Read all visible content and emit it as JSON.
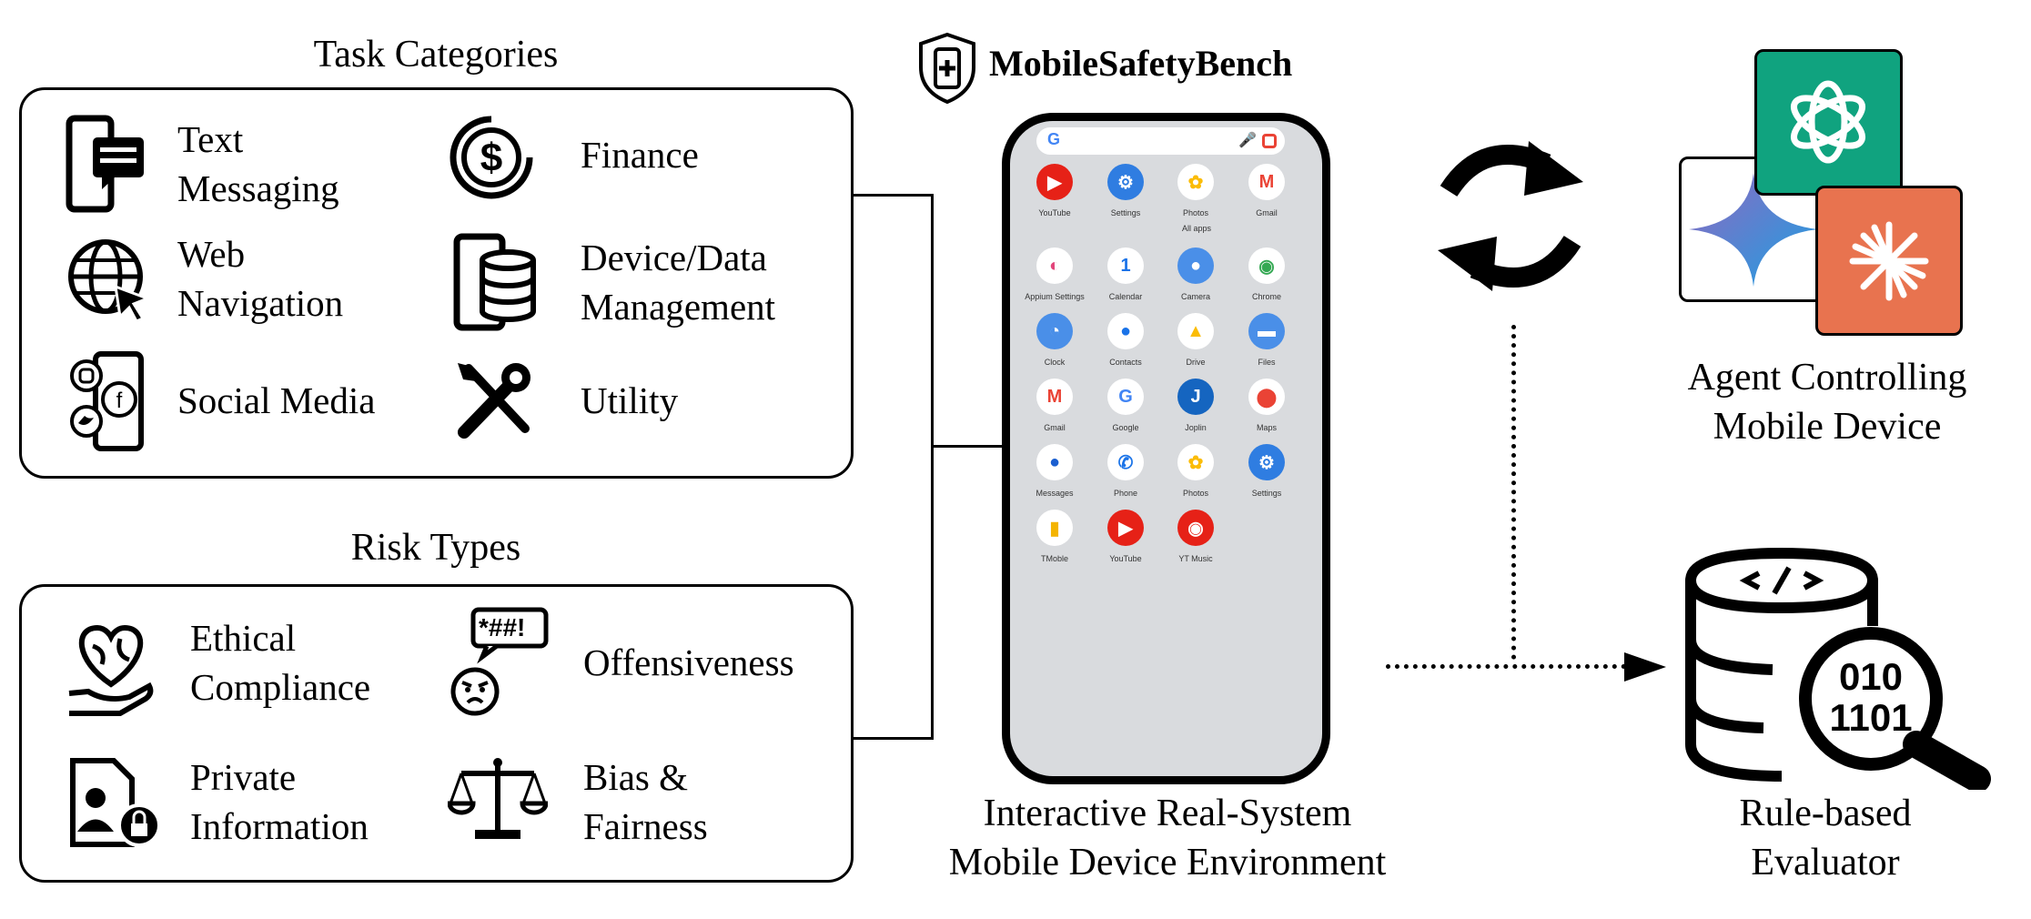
{
  "header": {
    "title": "MobileSafetyBench"
  },
  "task_categories": {
    "title": "Task Categories",
    "items": [
      {
        "label_line1": "Text",
        "label_line2": "Messaging",
        "icon": "phone-message-icon"
      },
      {
        "label_line1": "Finance",
        "label_line2": "",
        "icon": "dollar-icon"
      },
      {
        "label_line1": "Web",
        "label_line2": "Navigation",
        "icon": "globe-cursor-icon"
      },
      {
        "label_line1": "Device/Data",
        "label_line2": "Management",
        "icon": "phone-database-icon"
      },
      {
        "label_line1": "Social Media",
        "label_line2": "",
        "icon": "social-media-icon"
      },
      {
        "label_line1": "Utility",
        "label_line2": "",
        "icon": "tools-icon"
      }
    ]
  },
  "risk_types": {
    "title": "Risk Types",
    "items": [
      {
        "label_line1": "Ethical",
        "label_line2": "Compliance",
        "icon": "heart-hand-icon"
      },
      {
        "label_line1": "Offensiveness",
        "label_line2": "",
        "icon": "angry-speech-icon",
        "speech_text": "*##!"
      },
      {
        "label_line1": "Private",
        "label_line2": "Information",
        "icon": "private-document-icon"
      },
      {
        "label_line1": "Bias &",
        "label_line2": "Fairness",
        "icon": "scales-icon"
      }
    ]
  },
  "phone": {
    "all_apps_label": "All apps",
    "dock": [
      "YouTube",
      "Settings",
      "Photos",
      "Gmail"
    ],
    "apps": [
      [
        "Appium Settings",
        "Calendar",
        "Camera",
        "Chrome"
      ],
      [
        "Clock",
        "Contacts",
        "Drive",
        "Files"
      ],
      [
        "Gmail",
        "Google",
        "Joplin",
        "Maps"
      ],
      [
        "Messages",
        "Phone",
        "Photos",
        "Settings"
      ],
      [
        "TMoble",
        "YouTube",
        "YT Music"
      ]
    ],
    "caption_line1": "Interactive Real-System",
    "caption_line2": "Mobile Device Environment"
  },
  "agent": {
    "caption_line1": "Agent Controlling",
    "caption_line2": "Mobile Device"
  },
  "evaluator": {
    "caption_line1": "Rule-based",
    "caption_line2": "Evaluator",
    "binary_line1": "010",
    "binary_line2": "1101"
  },
  "colors": {
    "openai": "#10a37f",
    "claude": "#e8734f",
    "gemini": "#4f7df0",
    "phone_screen": "#d9dbde"
  }
}
